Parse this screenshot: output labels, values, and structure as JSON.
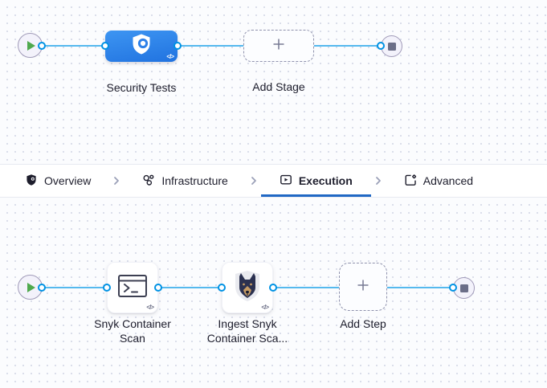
{
  "stage_canvas": {
    "start_node": "pipeline-start",
    "end_node": "pipeline-end",
    "stage": {
      "label": "Security Tests",
      "icon": "shield-scan",
      "code_badge": "</>"
    },
    "add_stage": {
      "label": "Add Stage"
    }
  },
  "tab_bar": {
    "tabs": [
      {
        "label": "Overview",
        "icon": "shield-icon",
        "active": false
      },
      {
        "label": "Infrastructure",
        "icon": "infrastructure-icon",
        "active": false
      },
      {
        "label": "Execution",
        "icon": "execution-icon",
        "active": true
      },
      {
        "label": "Advanced",
        "icon": "advanced-icon",
        "active": false
      }
    ]
  },
  "step_canvas": {
    "start_node": "stage-start",
    "end_node": "stage-end",
    "steps": [
      {
        "label": "Snyk Container Scan",
        "icon": "terminal",
        "code_badge": "</>"
      },
      {
        "label": "Ingest Snyk Container Sca...",
        "icon": "snyk-dog",
        "code_badge": "</>"
      }
    ],
    "add_step": {
      "label": "Add Step"
    }
  },
  "colors": {
    "stage_gradient_start": "#3d95f2",
    "stage_gradient_end": "#2173e0",
    "connector_line": "#55b9ee",
    "port_ring": "#0092e4",
    "active_tab_underline": "#2068c4",
    "play_green": "#4fa94e",
    "stop_gray": "#6b6e88",
    "label_text": "#1d1d2c"
  }
}
